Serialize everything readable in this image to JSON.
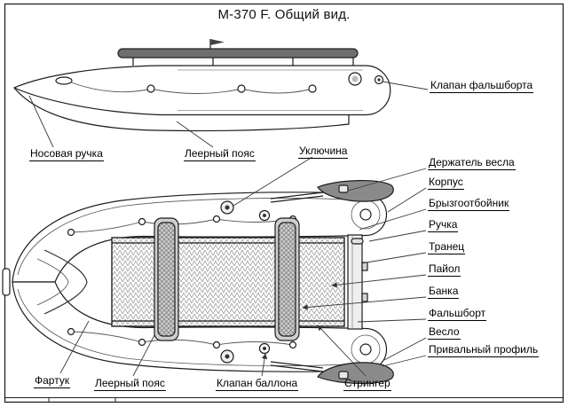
{
  "title": "М-370 F. Общий вид.",
  "labels": {
    "valve_bulwark": "Клапан фальшборта",
    "bow_handle": "Носовая ручка",
    "leer_belt_top": "Леерный пояс",
    "oarlock": "Уключина",
    "oar_holder": "Держатель весла",
    "hull": "Корпус",
    "spray_guard": "Брызгоотбойник",
    "handle": "Ручка",
    "transom": "Транец",
    "floorboard": "Пайол",
    "seat": "Банка",
    "bulwark": "Фальшборт",
    "oar": "Весло",
    "rub_rail": "Привальный профиль",
    "apron": "Фартук",
    "leer_belt_bottom": "Леерный пояс",
    "tube_valve": "Клапан баллона",
    "stringer": "Стрингер"
  },
  "colors": {
    "line": "#1c1c1c",
    "band_fill": "#6e6e6e",
    "seat_fill": "#cfcfcf"
  }
}
